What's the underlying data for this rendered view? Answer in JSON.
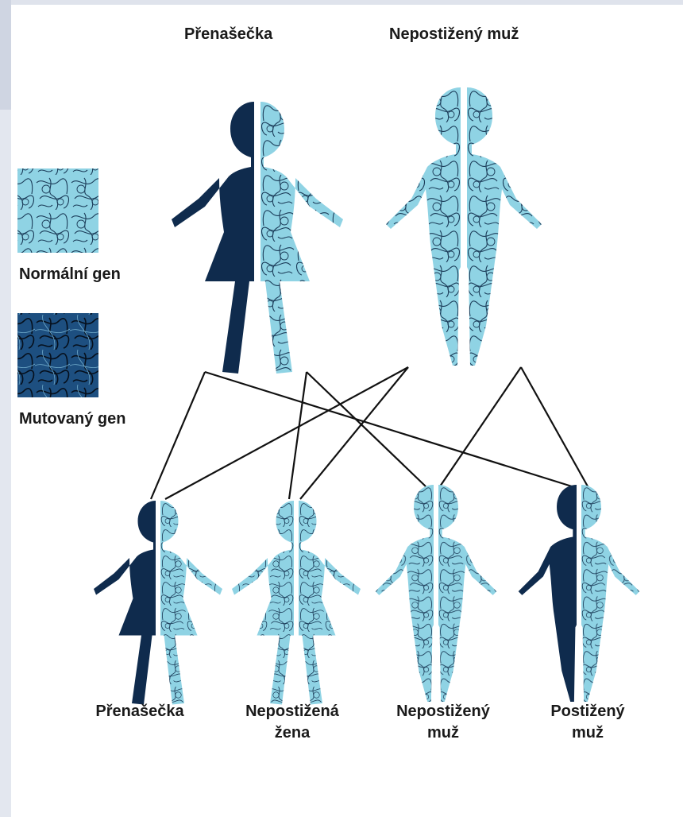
{
  "parents": {
    "mother_label": "Přenašečka",
    "father_label": "Nepostižený muž"
  },
  "legend": {
    "normal_label": "Normální gen",
    "mutated_label": "Mutovaný gen"
  },
  "children": [
    {
      "line1": "Přenašečka",
      "line2": ""
    },
    {
      "line1": "Nepostižená",
      "line2": "žena"
    },
    {
      "line1": "Nepostižený",
      "line2": "muž"
    },
    {
      "line1": "Postižený",
      "line2": "muž"
    }
  ],
  "colors": {
    "normal_gene": "#8fd3e4",
    "mutated_gene": "#0f2b4d",
    "texture": "#1b3c59",
    "lines": "#111111"
  }
}
